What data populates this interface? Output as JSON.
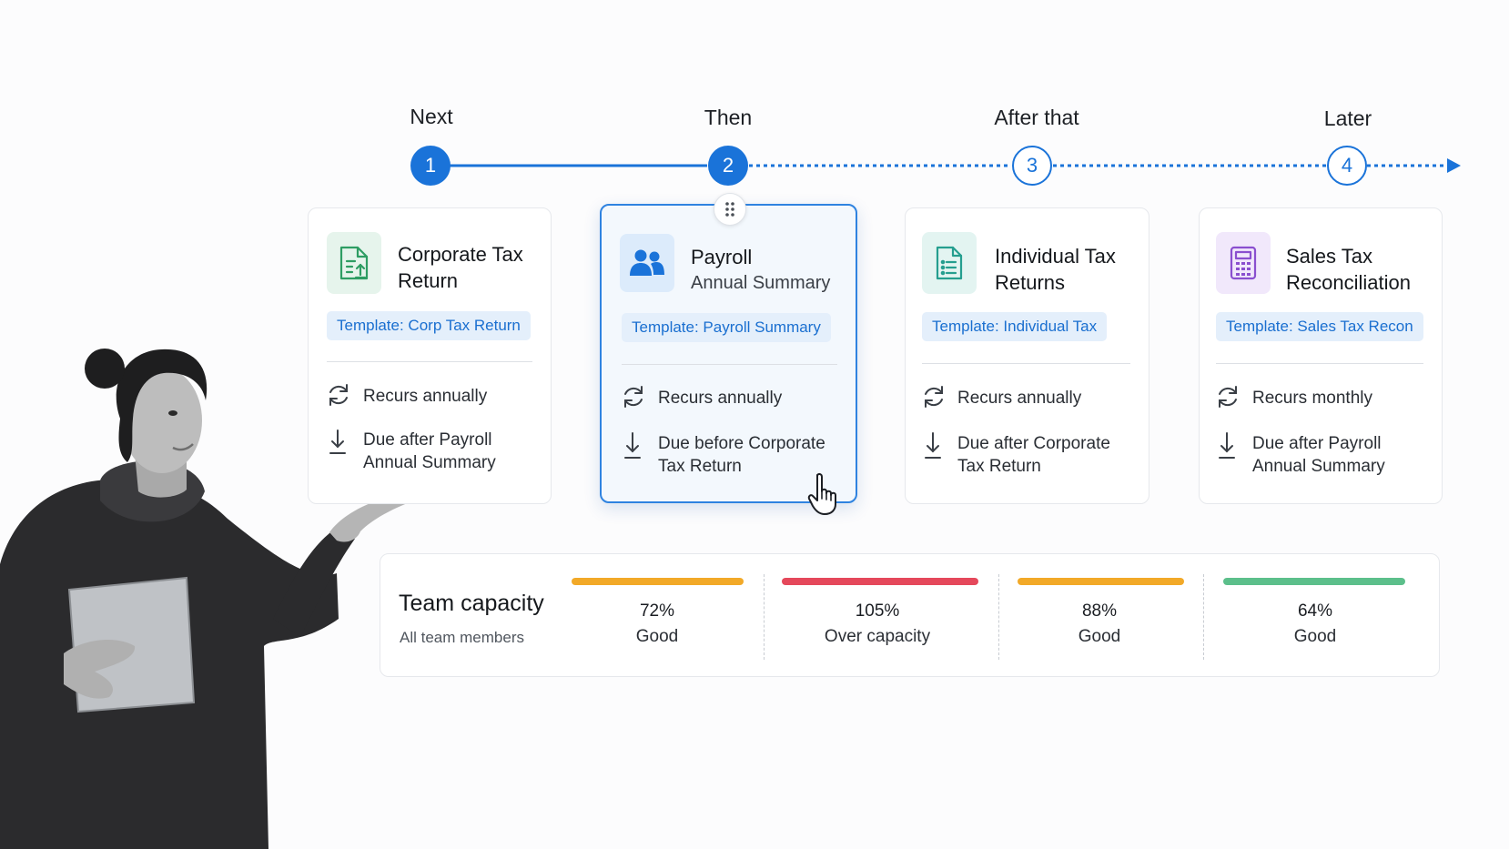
{
  "timeline": {
    "steps": [
      {
        "label": "Next",
        "number": "1",
        "state": "completed"
      },
      {
        "label": "Then",
        "number": "2",
        "state": "current"
      },
      {
        "label": "After that",
        "number": "3",
        "state": "upcoming"
      },
      {
        "label": "Later",
        "number": "4",
        "state": "upcoming"
      }
    ]
  },
  "cards": [
    {
      "title": "Corporate Tax",
      "title2": "Return",
      "subtitle": "",
      "icon": "document-upload-icon",
      "icon_color": "#2e9d63",
      "icon_bg": "#e6f4ec",
      "template": "Template: Corp Tax Return",
      "recurrence": "Recurs annually",
      "due_line1": "Due after Payroll",
      "due_line2": "Annual Summary"
    },
    {
      "title": "Payroll",
      "title2": "",
      "subtitle": "Annual Summary",
      "icon": "people-icon",
      "icon_color": "#1a73d9",
      "icon_bg": "#dcebfb",
      "template": "Template: Payroll Summary",
      "recurrence": "Recurs annually",
      "due_line1": "Due before Corporate",
      "due_line2": "Tax Return"
    },
    {
      "title": "Individual Tax",
      "title2": "Returns",
      "subtitle": "",
      "icon": "document-list-icon",
      "icon_color": "#259e8f",
      "icon_bg": "#e3f4f1",
      "template": "Template: Individual Tax",
      "recurrence": "Recurs annually",
      "due_line1": "Due after Corporate",
      "due_line2": "Tax Return"
    },
    {
      "title": "Sales Tax",
      "title2": "Reconciliation",
      "subtitle": "",
      "icon": "calculator-icon",
      "icon_color": "#8a4fcf",
      "icon_bg": "#f1e8fb",
      "template": "Template: Sales Tax Recon",
      "recurrence": "Recurs monthly",
      "due_line1": "Due after Payroll",
      "due_line2": "Annual Summary"
    }
  ],
  "capacity": {
    "title": "Team capacity",
    "subtitle": "All team members",
    "members": [
      {
        "percent": "72%",
        "status": "Good",
        "color": "#f2a928"
      },
      {
        "percent": "105%",
        "status": "Over capacity",
        "color": "#e5485b"
      },
      {
        "percent": "88%",
        "status": "Good",
        "color": "#f2a928"
      },
      {
        "percent": "64%",
        "status": "Good",
        "color": "#5cbf8b"
      }
    ]
  },
  "colors": {
    "accent": "#1a73d9",
    "active_card_border": "#2f83e0",
    "chip_bg": "#e4effb"
  }
}
